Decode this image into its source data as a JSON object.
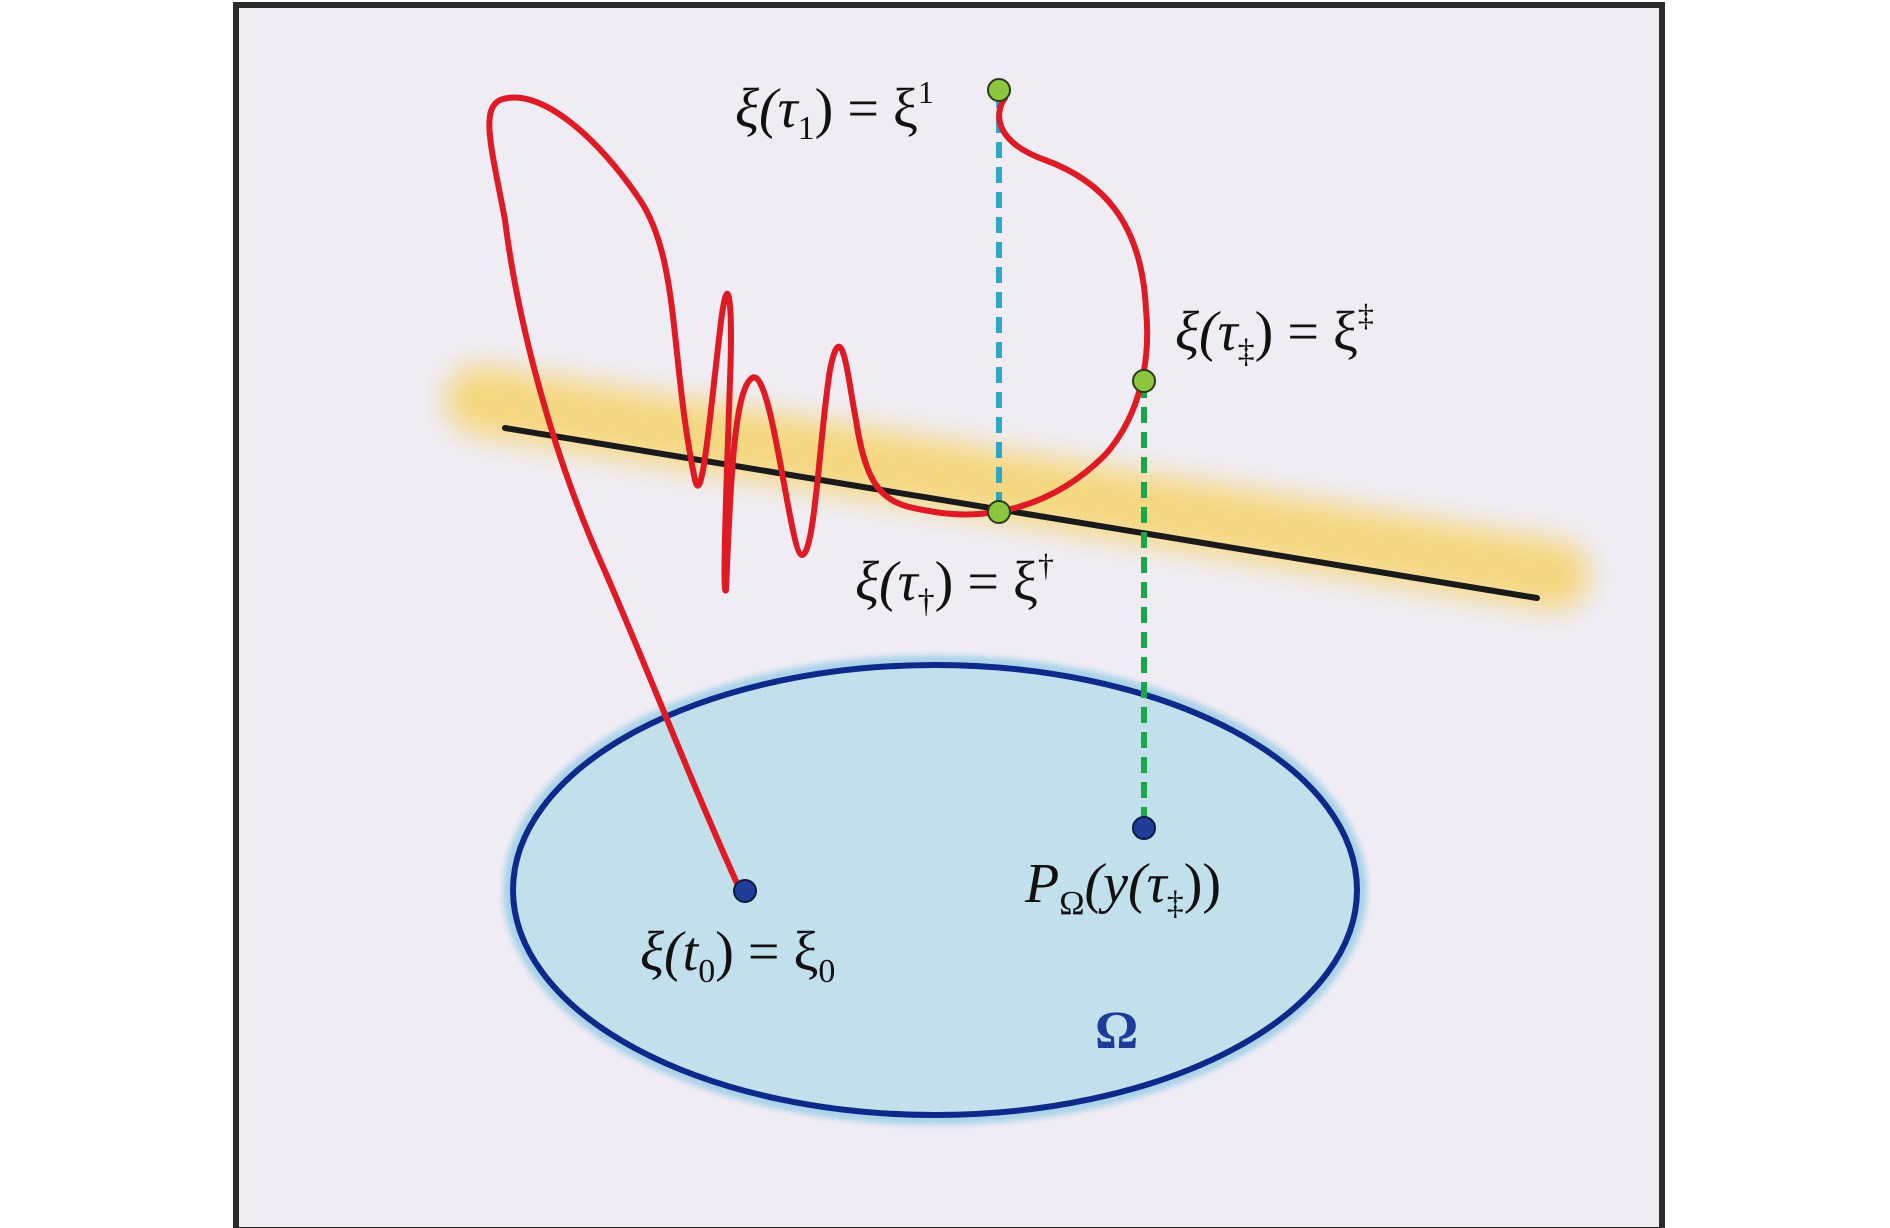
{
  "labels": {
    "xi_tau1": {
      "base": "ξ(τ",
      "sub": "1",
      "mid": ") = ξ",
      "sup": "1"
    },
    "xi_tau_ddagger": {
      "base": "ξ(τ",
      "sub": "‡",
      "mid": ") = ξ",
      "sup": "‡"
    },
    "xi_tau_dagger": {
      "base": "ξ(τ",
      "sub": "†",
      "mid": ") = ξ",
      "sup": "†"
    },
    "xi_t0": {
      "a": "ξ(t",
      "sub1": "0",
      "b": ") = ξ",
      "sub2": "0"
    },
    "projection": {
      "P": "P",
      "sub": "Ω",
      "a": "(y(τ",
      "sub2": "‡",
      "b": "))"
    },
    "region": "Ω"
  },
  "colors": {
    "frame": "#2b2b2b",
    "background": "#efecf4",
    "region_fill": "#c2e0ec",
    "region_stroke": "#0d2a8a",
    "region_label": "#1d3c9a",
    "trajectory": "#e01a24",
    "line": "#1a1a1a",
    "line_glow": "#f6d77a",
    "dashed_cyan": "#2aa7c9",
    "dashed_green": "#1aa64a",
    "point_green": "#8cc63f",
    "point_blue": "#1f3e99"
  }
}
